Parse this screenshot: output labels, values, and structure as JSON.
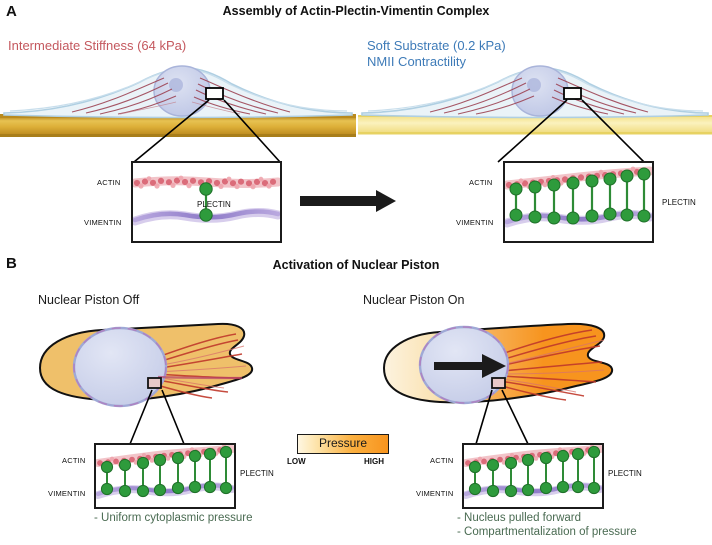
{
  "figure": {
    "panels": [
      {
        "letter": "A",
        "title": "Assembly of Actin-Plectin-Vimentin Complex",
        "left_condition": {
          "line1": "Intermediate Stiffness (64 kPa)",
          "color": "#C4585E"
        },
        "right_condition": {
          "line1": "Soft Substrate (0.2 kPa)",
          "line2": "NMII Contractility",
          "color": "#3E7BB8"
        },
        "left_inset": {
          "actin_label": "ACTIN",
          "vimentin_label": "VIMENTIN",
          "plectin_label": "PLECTIN",
          "plectin_count": 1
        },
        "right_inset": {
          "actin_label": "ACTIN",
          "vimentin_label": "VIMENTIN",
          "plectin_label": "PLECTIN",
          "plectin_count": 8
        },
        "transition_arrow": "right-arrow"
      },
      {
        "letter": "B",
        "title": "Activation of Nuclear Piston",
        "left_condition": {
          "line1": "Nuclear Piston Off"
        },
        "right_condition": {
          "line1": "Nuclear Piston On"
        },
        "left_inset": {
          "actin_label": "ACTIN",
          "vimentin_label": "VIMENTIN",
          "plectin_label": "PLECTIN",
          "plectin_count": 8
        },
        "right_inset": {
          "actin_label": "ACTIN",
          "vimentin_label": "VIMENTIN",
          "plectin_label": "PLECTIN",
          "plectin_count": 8
        },
        "left_notes": [
          "- Uniform cytoplasmic pressure"
        ],
        "right_notes": [
          "- Nucleus pulled forward",
          "- Compartmentalization of pressure"
        ],
        "legend": {
          "title": "Pressure",
          "low_label": "LOW",
          "high_label": "HIGH",
          "low_color": "#FFF7E2",
          "high_color": "#F7941E"
        }
      }
    ],
    "colors": {
      "actin": "#E0707C",
      "vimentin": "#8E7BC8",
      "plectin": "#2E9B3C",
      "nucleus": "#C9CFEA",
      "cell_membrane": "#B7D4E4",
      "stiff_substrate": "#D8A93C",
      "soft_substrate": "#FBEFA0",
      "cytoplasm_low": "#F3D79B",
      "cytoplasm_high": "#F7941E",
      "stress_fiber": "#C0392B"
    }
  }
}
